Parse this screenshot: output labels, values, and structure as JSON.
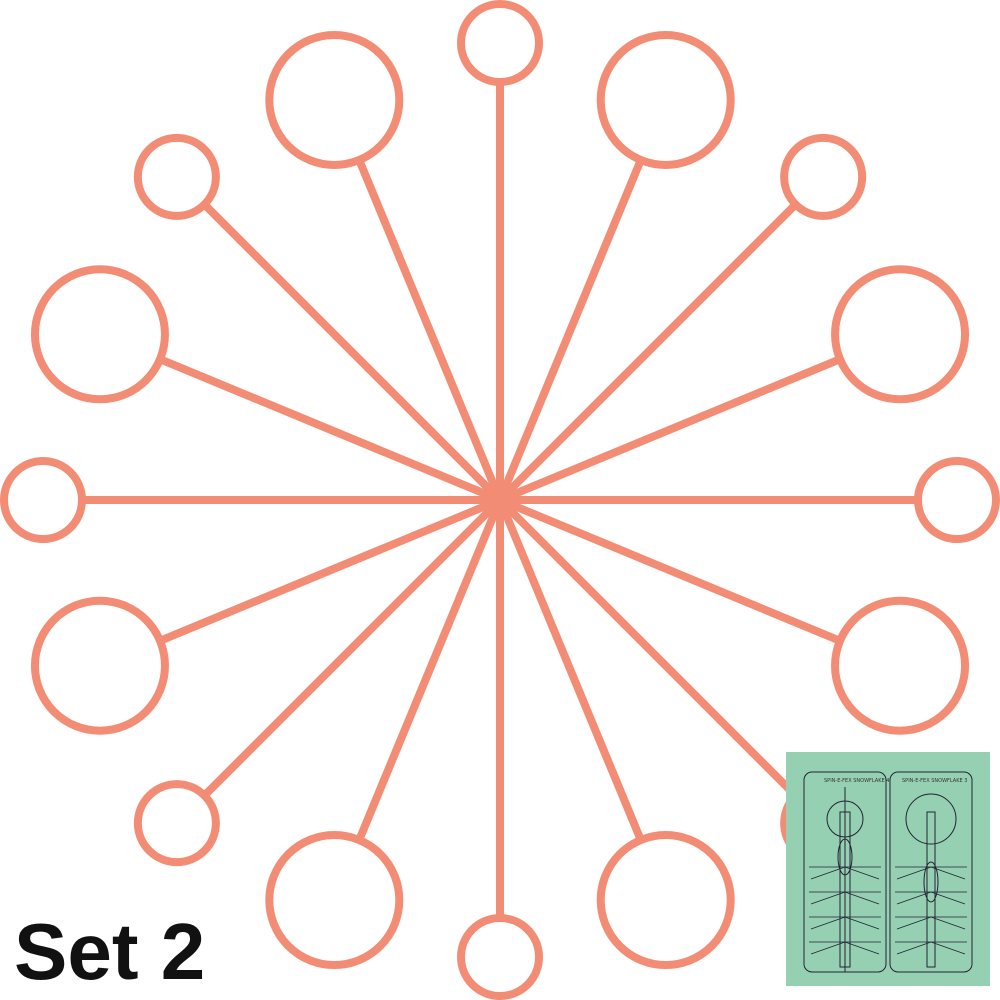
{
  "label": "Set 2",
  "colors": {
    "stroke": "#F28C74",
    "inset_bg": "#95D0B3",
    "label": "#111111"
  },
  "snowflake": {
    "spokes": 16
  },
  "inset": {
    "templates": [
      {
        "title": "SPIN-E-FEX SNOWFLAKE 4"
      },
      {
        "title": "SPIN-E-FEX SNOWFLAKE 3"
      }
    ]
  }
}
